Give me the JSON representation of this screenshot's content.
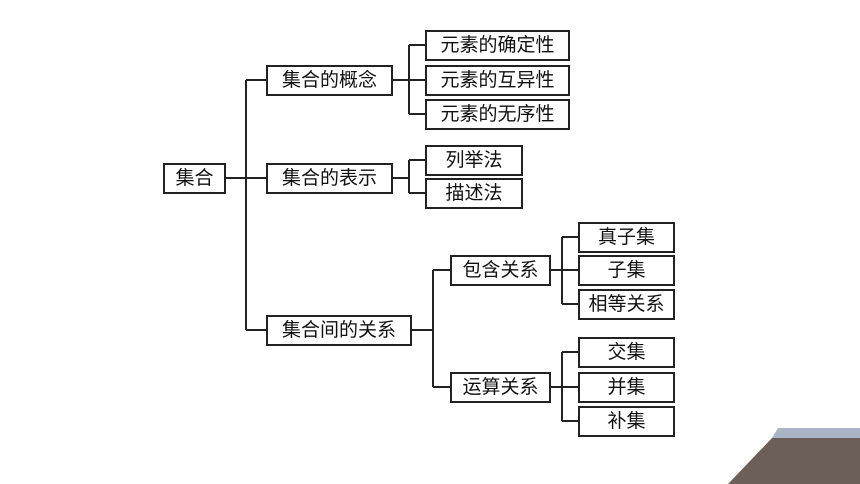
{
  "diagram": {
    "root": "集合",
    "level1": [
      "集合的概念",
      "集合的表示",
      "集合间的关系"
    ],
    "concept_items": [
      "元素的确定性",
      "元素的互异性",
      "元素的无序性"
    ],
    "representation_items": [
      "列举法",
      "描述法"
    ],
    "relation_level2": [
      "包含关系",
      "运算关系"
    ],
    "inclusion_items": [
      "真子集",
      "子集",
      "相等关系"
    ],
    "operation_items": [
      "交集",
      "并集",
      "补集"
    ]
  },
  "colors": {
    "line": "#222222",
    "corner_dark": "#6b5f58",
    "corner_light": "#a9b4c6"
  }
}
